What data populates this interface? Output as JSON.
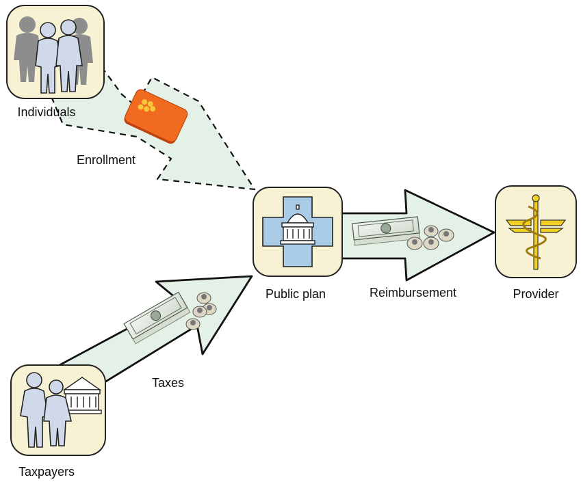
{
  "nodes": {
    "individuals": {
      "label": "Individuals"
    },
    "public_plan": {
      "label": "Public plan"
    },
    "provider": {
      "label": "Provider"
    },
    "taxpayers": {
      "label": "Taxpayers"
    }
  },
  "flows": {
    "enrollment": {
      "label": "Enrollment",
      "style": "dashed"
    },
    "reimbursement": {
      "label": "Reimbursement",
      "style": "solid"
    },
    "taxes": {
      "label": "Taxes",
      "style": "solid"
    }
  },
  "colors": {
    "node_fill": "#f7f2d3",
    "arrow_fill": "#e3f1e6",
    "cross_fill": "#a9cbe6",
    "card_orange": "#f06a1f",
    "caduceus_gold": "#f2cf20",
    "people_gray": "#8d8d8d",
    "people_light": "#cfd9ea"
  }
}
